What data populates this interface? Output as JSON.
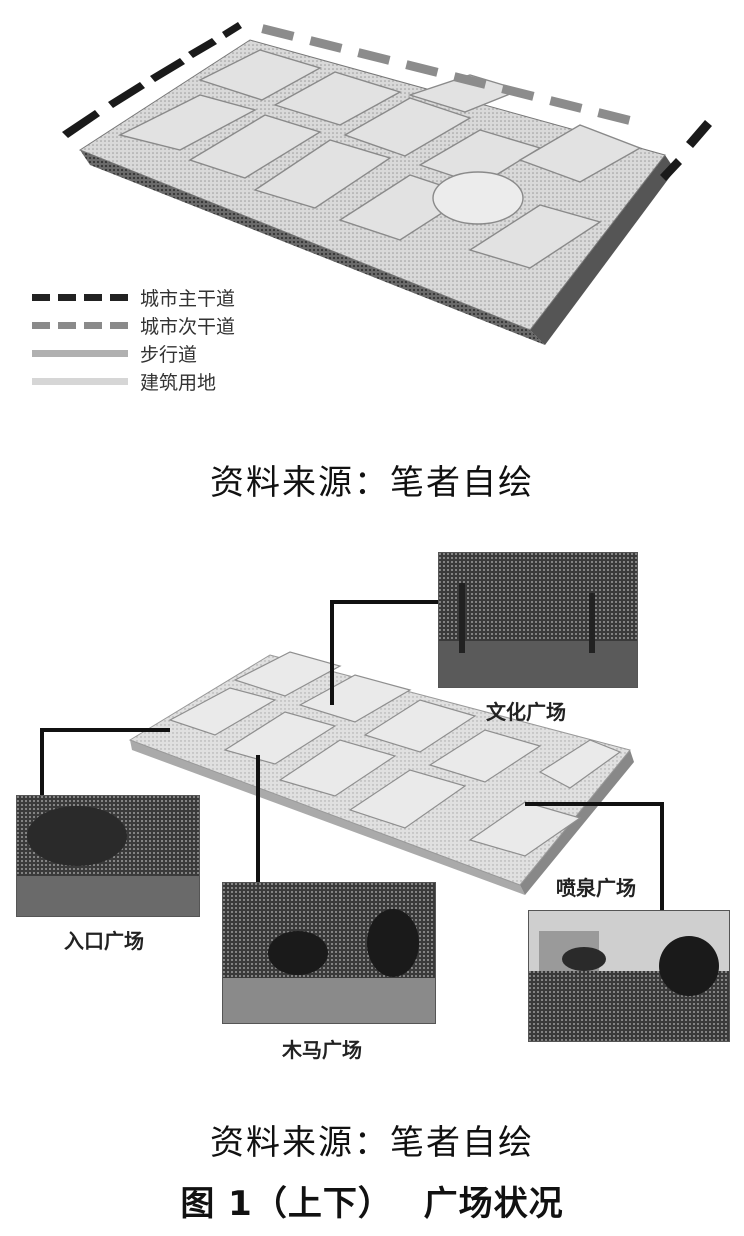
{
  "top_map": {
    "legend": [
      {
        "label": "城市主干道",
        "color": "#222222",
        "style": "dash"
      },
      {
        "label": "城市次干道",
        "color": "#8a8a8a",
        "style": "dash"
      },
      {
        "label": "步行道",
        "color": "#b0b0b0",
        "style": "solid"
      },
      {
        "label": "建筑用地",
        "color": "#d6d6d6",
        "style": "solid"
      }
    ],
    "caption": "资料来源：笔者自绘"
  },
  "bottom_map": {
    "photos": {
      "culture": {
        "label": "文化广场"
      },
      "entrance": {
        "label": "入口广场"
      },
      "carousel": {
        "label": "木马广场"
      },
      "fountain": {
        "label": "喷泉广场"
      }
    },
    "caption": "资料来源：笔者自绘"
  },
  "figure_title": "图 1（上下）　 广场状况"
}
